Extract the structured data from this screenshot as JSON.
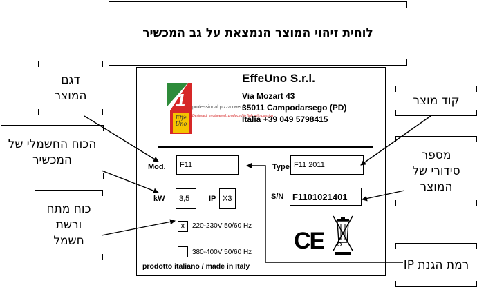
{
  "title": "לוחית זיהוי המוצר הנמצאת על גב המכשיר",
  "callouts": {
    "model": "דגם המוצר",
    "power": "הכוח החשמלי של המכשיר",
    "voltage": "כוח מתח ורשת חשמל",
    "product_code": "קוד מוצר",
    "serial": "מספר סידורי של המוצר",
    "ip": "רמת הגנת IP"
  },
  "plate": {
    "company": "EffeUno S.r.l.",
    "address1": "Via Mozart 43",
    "address2": "35011 Campodarsego (PD)",
    "address3": "Italia +39 049 5798415",
    "logo_tagline": "professional pizza ovens",
    "logo_slogan": "Designed, engineered, produced in Italy with passion",
    "logo_letters": "Effe Uno",
    "logo_digit": "1",
    "mod_label": "Mod.",
    "mod_value": "F11",
    "type_label": "Type",
    "type_value": "F11 2011",
    "kw_label": "kW",
    "kw_value": "3,5",
    "ip_label": "IP",
    "ip_value": "X3",
    "sn_label": "S/N",
    "sn_value": "F1101021401",
    "option1_mark": "X",
    "option1": "220-230V 50/60 Hz",
    "option2": "380-400V 50/60 Hz",
    "ce_mark": "CE",
    "footer": "prodotto italiano / made in Italy"
  },
  "colors": {
    "logo_green": "#2e8b3a",
    "logo_red": "#d62828",
    "logo_yellow": "#f5c400"
  }
}
